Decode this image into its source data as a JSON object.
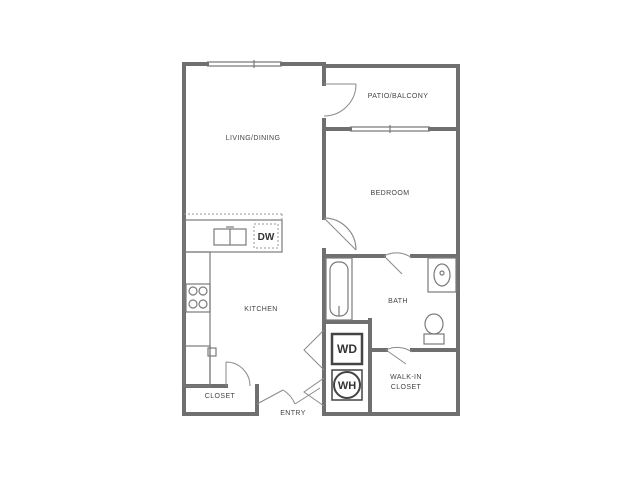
{
  "rooms": {
    "patio": "PATIO/BALCONY",
    "living": "LIVING/DINING",
    "bedroom": "BEDROOM",
    "kitchen": "KITCHEN",
    "bath": "BATH",
    "walkin_line1": "WALK-IN",
    "walkin_line2": "CLOSET",
    "closet": "CLOSET",
    "entry": "ENTRY"
  },
  "appliances": {
    "dishwasher": "DW",
    "washer_dryer": "WD",
    "water_heater": "WH"
  },
  "colors": {
    "wall": "#6f6f6f",
    "line": "#7a7a7a",
    "text": "#444444"
  }
}
